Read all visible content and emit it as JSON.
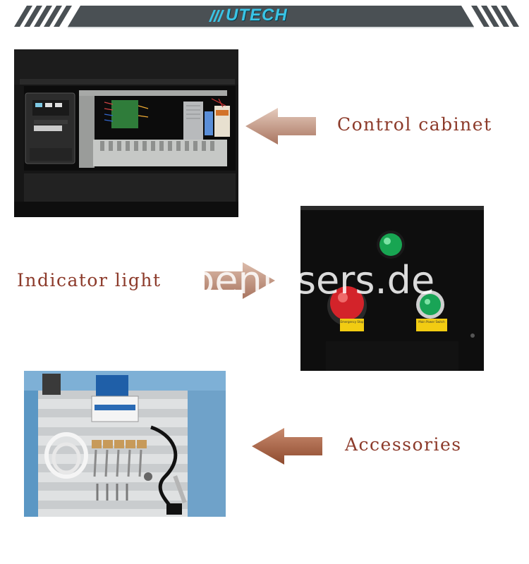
{
  "header": {
    "brand": "UTECH",
    "stripe_color": "#4a5054",
    "accent_color": "#39c4e6"
  },
  "sections": [
    {
      "label": "Control cabinet",
      "label_color": "#8c3a2a",
      "arrow_color": "#c49a84",
      "arrow_direction": "left"
    },
    {
      "label": "Indicator light",
      "label_color": "#8c3a2a",
      "arrow_color": "#b98b78",
      "arrow_direction": "right"
    },
    {
      "label": "Accessories",
      "label_color": "#8c3a2a",
      "arrow_color": "#a85a3e",
      "arrow_direction": "left"
    }
  ],
  "photos": {
    "indicator_panel": {
      "button_label_left": "Emergency Stop",
      "button_label_right": "Main Power Switch"
    }
  },
  "watermark": "benlasers.de"
}
